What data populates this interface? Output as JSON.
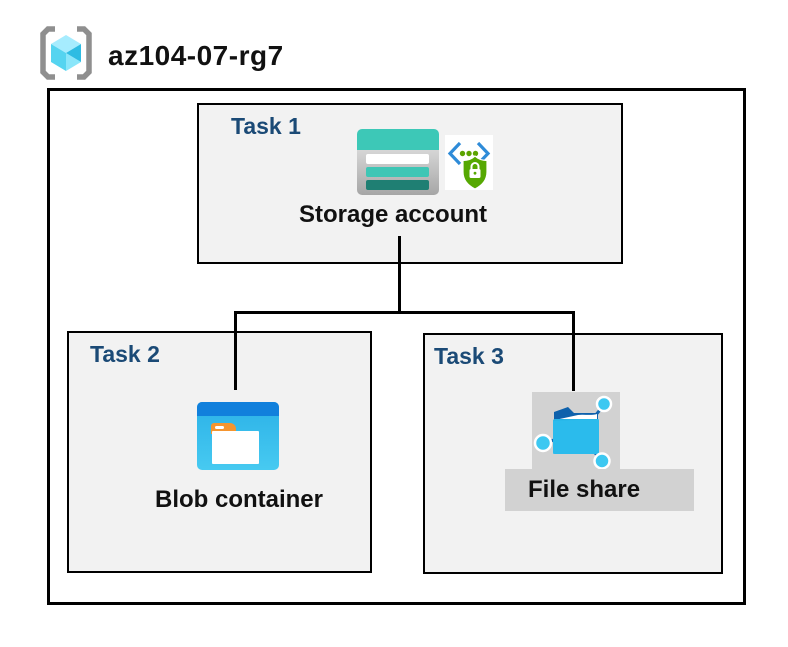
{
  "header": {
    "icon": "resource-group-icon",
    "title": "az104-07-rg7"
  },
  "colors": {
    "task_label_navy": "#1B4A76",
    "box_background": "#F2F2F2",
    "highlight_gray": "#D2D2D2",
    "storage_teal": "#3DC8B7",
    "storage_teal_dark": "#1F7F73",
    "blob_band_blue": "#1180DC",
    "blob_body_cyan": "#35BCEC",
    "folder_tab_orange": "#F5952F",
    "shield_green": "#56A802",
    "bracket_blue": "#2E8BD8",
    "rg_bracket_gray": "#8F8F8F",
    "connector": "#000000"
  },
  "tasks": [
    {
      "label": "Task 1",
      "caption": "Storage account",
      "icons": [
        "storage-account-icon",
        "sas-shield-lock-icon"
      ]
    },
    {
      "label": "Task 2",
      "caption": "Blob container",
      "icons": [
        "blob-container-icon"
      ]
    },
    {
      "label": "Task 3",
      "caption": "File share",
      "icons": [
        "file-share-icon"
      ]
    }
  ]
}
